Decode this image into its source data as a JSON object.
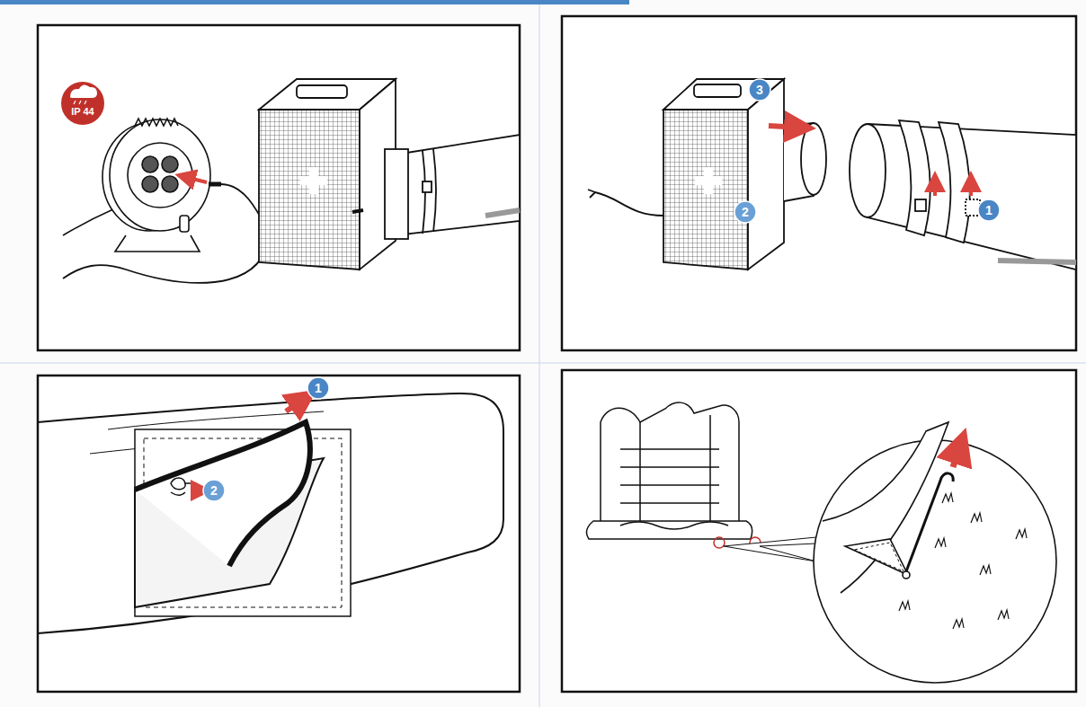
{
  "diagram": {
    "labels": [
      "IP 44",
      "3",
      "2",
      "1",
      "1",
      "2"
    ]
  }
}
